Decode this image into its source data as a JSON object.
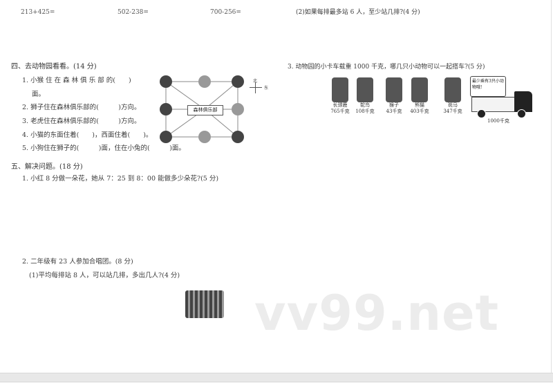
{
  "top_calcs": [
    "213+425=",
    "502-238=",
    "700-256="
  ],
  "top_right_question": "(2)如果每排最多站 6 人，至少站几排?(4 分)",
  "section4": {
    "title": "四、去动物园看看。(14 分)",
    "q1_line1": "1. 小猴 住 在 森 林 俱 乐 部 的(　　)",
    "q1_line2": "面。",
    "q2": "2. 狮子住在森林俱乐部的(　　　)方向。",
    "q3": "3. 老虎住在森林俱乐部的(　　　)方向。",
    "q4": "4. 小猫的东面住着(　　)，西面住着(　　)。",
    "q5": "5. 小狗住在狮子的(　　　)面，住在小兔的(　　　)面。",
    "map_center_label": "森林俱乐部",
    "compass": {
      "north": "北",
      "east": "东"
    }
  },
  "section4_q3": {
    "title": "3. 动物园的小卡车载重 1000 千克，哪几只小动物可以一起搭车?(5 分)",
    "animals": [
      {
        "name": "长颈鹿",
        "weight": "765千克"
      },
      {
        "name": "鸵鸟",
        "weight": "108千克"
      },
      {
        "name": "猴子",
        "weight": "43千克"
      },
      {
        "name": "熊猫",
        "weight": "403千克"
      },
      {
        "name": "斑马",
        "weight": "347千克"
      }
    ],
    "truck_bubble": "最少乘有3只小动物哦!",
    "truck_capacity": "1000千克"
  },
  "section5": {
    "title": "五、解决问题。(18 分)",
    "q1": "1. 小红 8 分做一朵花，她从 7：25 到 8：00 能做多少朵花?(5 分)",
    "q2": "2. 二年级有 23 人参加合唱团。(8 分)",
    "q2_1": "(1)平均每排站 8 人，可以站几排，多出几人?(4 分)"
  },
  "watermark": "vv99.net"
}
